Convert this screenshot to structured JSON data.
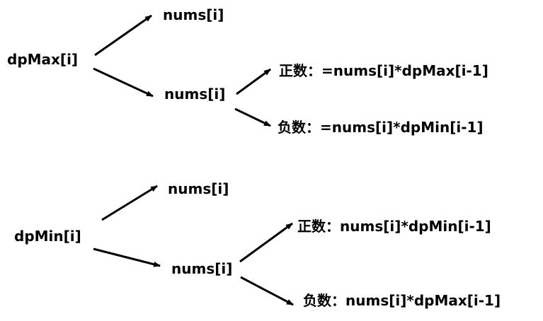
{
  "diagram": {
    "colors": {
      "text": "#000000",
      "arrow": "#000000",
      "background": "#ffffff"
    },
    "top": {
      "root": "dpMax[i]",
      "branch_a": "nums[i]",
      "branch_b": "nums[i]",
      "leaf_pos": "正数：=nums[i]*dpMax[i-1]",
      "leaf_neg": "负数：=nums[i]*dpMin[i-1]"
    },
    "bottom": {
      "root": "dpMin[i]",
      "branch_a": "nums[i]",
      "branch_b": "nums[i]",
      "leaf_pos": "正数：nums[i]*dpMin[i-1]",
      "leaf_neg": "负数：nums[i]*dpMax[i-1]"
    }
  }
}
